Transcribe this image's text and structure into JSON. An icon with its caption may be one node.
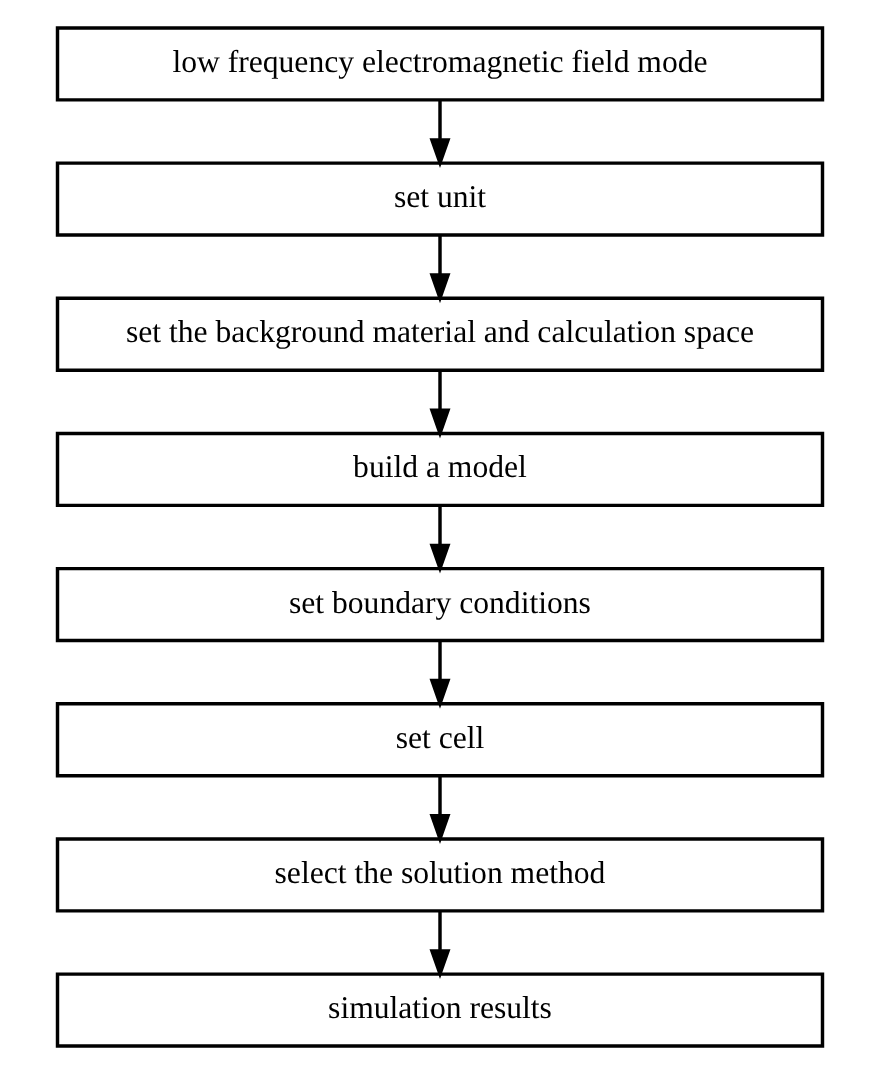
{
  "diagram": {
    "nodes": [
      {
        "text": [
          "low frequency electromagnetic field mode"
        ]
      },
      {
        "text": [
          "set unit"
        ]
      },
      {
        "text": [
          "set the background material and calculation space"
        ]
      },
      {
        "text": [
          "build a model"
        ]
      },
      {
        "text": [
          "set boundary conditions"
        ]
      },
      {
        "text": [
          "set cell"
        ]
      },
      {
        "text": [
          "select the solution method"
        ]
      },
      {
        "text": [
          "simulation results"
        ]
      }
    ],
    "edges": [
      {
        "from": 0,
        "to": 1,
        "arrow": "to"
      },
      {
        "from": 1,
        "to": 2,
        "arrow": "to"
      },
      {
        "from": 2,
        "to": 3,
        "arrow": "to"
      },
      {
        "from": 3,
        "to": 4,
        "arrow": "to"
      },
      {
        "from": 4,
        "to": 5,
        "arrow": "to"
      },
      {
        "from": 5,
        "to": 6,
        "arrow": "to"
      },
      {
        "from": 6,
        "to": 7,
        "arrow": "to"
      }
    ]
  }
}
